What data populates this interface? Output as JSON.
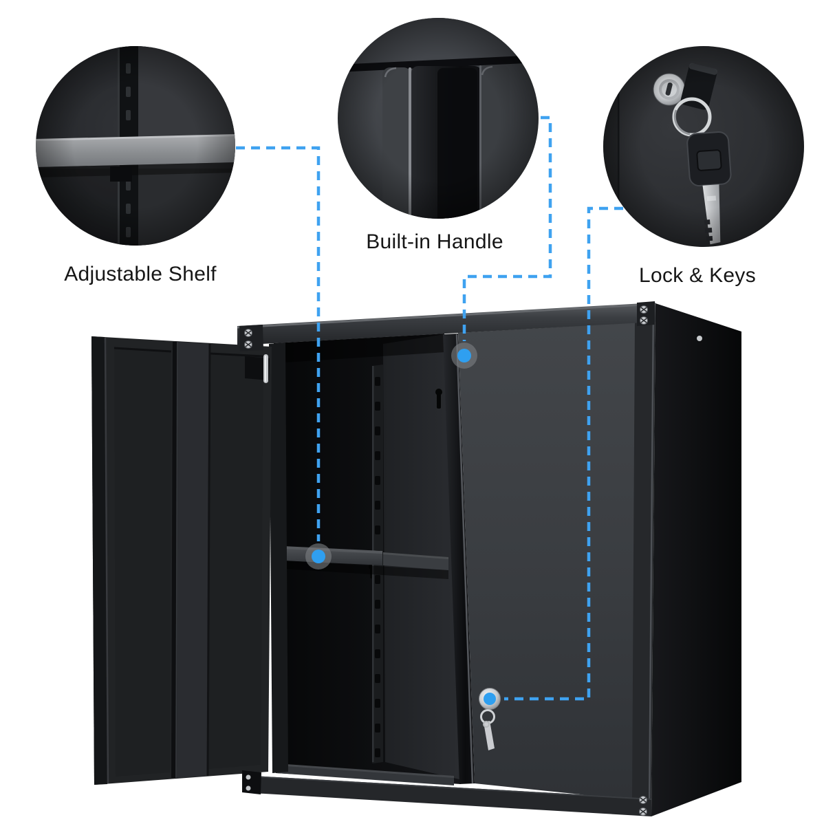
{
  "image": {
    "kind": "product feature callout image",
    "background_color": "#ffffff"
  },
  "callouts": [
    {
      "id": "adjustable-shelf",
      "label": "Adjustable Shelf"
    },
    {
      "id": "built-in-handle",
      "label": "Built-in Handle"
    },
    {
      "id": "lock-and-keys",
      "label": "Lock & Keys"
    }
  ],
  "colors": {
    "connector_accent": "#3fa2f0",
    "feature_marker": "#2f9ff0",
    "label_text": "#161616",
    "cabinet_dark": "#202225",
    "shelf_light_gray": "#95989b"
  }
}
